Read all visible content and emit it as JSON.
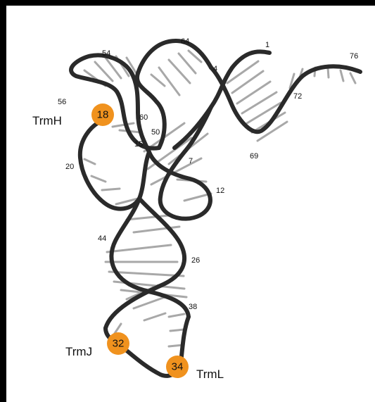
{
  "diagram": {
    "residue_numbers": {
      "n1": "1",
      "n4": "4",
      "n7": "7",
      "n12": "12",
      "n15": "15",
      "n20": "20",
      "n26": "26",
      "n38": "38",
      "n44": "44",
      "n50": "50",
      "n54": "54",
      "n56": "56",
      "n60": "60",
      "n64": "64",
      "n69": "69",
      "n72": "72",
      "n76": "76"
    },
    "modified_sites": [
      {
        "position": "18",
        "enzyme": "TrmH"
      },
      {
        "position": "32",
        "enzyme": "TrmJ"
      },
      {
        "position": "34",
        "enzyme": "TrmL"
      }
    ],
    "colors": {
      "backbone": "#2a2a2a",
      "base_pairs": "#a8a8a8",
      "site_marker": "#f0921e",
      "frame": "#000000"
    }
  }
}
